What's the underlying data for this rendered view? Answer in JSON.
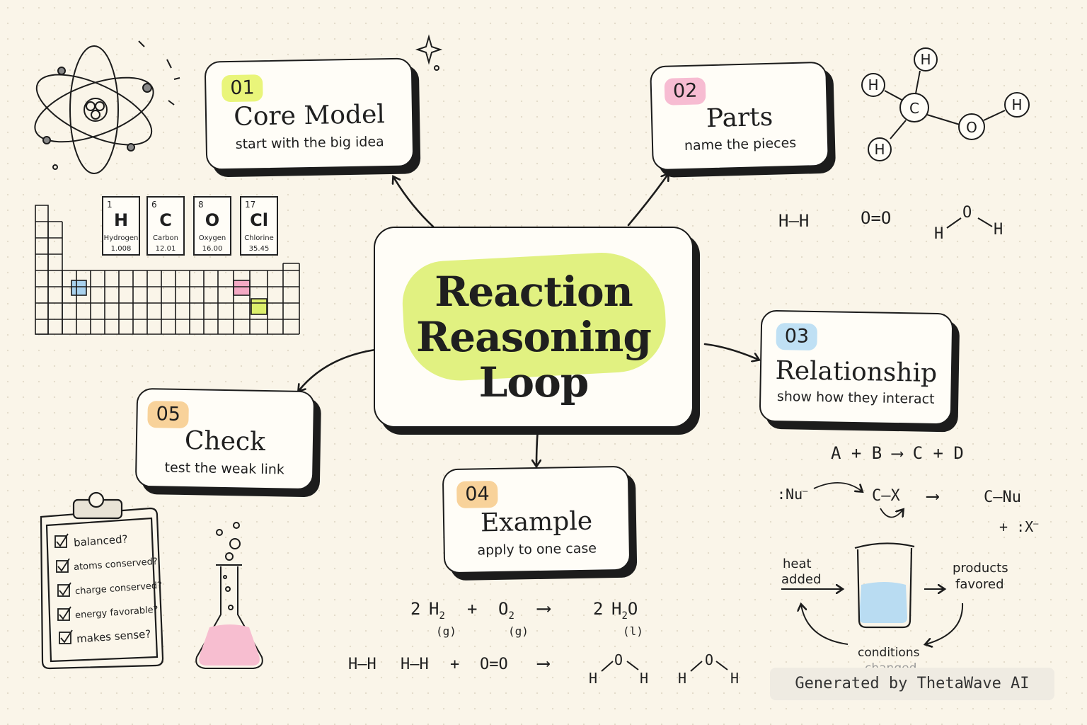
{
  "center": {
    "title_line1": "Reaction",
    "title_line2": "Reasoning Loop"
  },
  "cards": [
    {
      "num": "01",
      "title": "Core Model",
      "subtitle": "start with the big idea",
      "num_color": "#e9f57a"
    },
    {
      "num": "02",
      "title": "Parts",
      "subtitle": "name the pieces",
      "num_color": "#f7bcd2"
    },
    {
      "num": "03",
      "title": "Relationship",
      "subtitle": "show how they interact",
      "num_color": "#bfe0f4"
    },
    {
      "num": "04",
      "title": "Example",
      "subtitle": "apply to one case",
      "num_color": "#f8d29a"
    },
    {
      "num": "05",
      "title": "Check",
      "subtitle": "test the weak link",
      "num_color": "#f8d29a"
    }
  ],
  "elements": [
    {
      "number": "1",
      "symbol": "H",
      "name": "Hydrogen",
      "mass": "1.008"
    },
    {
      "number": "6",
      "symbol": "C",
      "name": "Carbon",
      "mass": "12.01"
    },
    {
      "number": "8",
      "symbol": "O",
      "name": "Oxygen",
      "mass": "16.00"
    },
    {
      "number": "17",
      "symbol": "Cl",
      "name": "Chlorine",
      "mass": "35.45"
    }
  ],
  "molecule_atoms": {
    "h1": "H",
    "h2": "H",
    "h3": "H",
    "h4": "H",
    "c": "C",
    "o": "O"
  },
  "bonds": {
    "hh": "H–H",
    "oo": "O=O",
    "water_h1": "H",
    "water_o": "O",
    "water_h2": "H"
  },
  "relationship": {
    "generic_eq": "A  +  B  ⟶  C  +  D",
    "nu": ":Nu",
    "nu_charge": "–",
    "cx": "C–X",
    "arrow": "⟶",
    "cnu": "C–Nu",
    "leaving": "+ :X",
    "leaving_charge": "–"
  },
  "equilibrium": {
    "heat": "heat",
    "added": "added",
    "products": "products",
    "favored": "favored",
    "conditions": "conditions",
    "changed": "changed"
  },
  "example_eq": {
    "c1": "2",
    "h2": "H",
    "h2_sub": "2",
    "plus": "+",
    "o2": "O",
    "o2_sub": "2",
    "arrow": "⟶",
    "c2": "2",
    "h2o_a": "H",
    "h2o_sub": "2",
    "h2o_b": "O",
    "phase1": "(g)",
    "phase2": "(g)",
    "phase3": "(l)",
    "hh1": "H–H",
    "hh2": "H–H",
    "plus2": "+",
    "oo": "O=O",
    "arrow2": "⟶",
    "w1_h1": "H",
    "w1_o": "O",
    "w1_h2": "H",
    "w2_h1": "H",
    "w2_o": "O",
    "w2_h2": "H"
  },
  "checklist": [
    "balanced?",
    "atoms conserved?",
    "charge conserved?",
    "energy favorable?",
    "makes sense?"
  ],
  "footer": "Generated by ThetaWave AI",
  "colors": {
    "highlight": "#dcef6c",
    "pink": "#f4a9c4",
    "blue": "#a9d2ee",
    "liquid_pink": "#f7bed0",
    "liquid_blue": "#b9dcf2"
  }
}
